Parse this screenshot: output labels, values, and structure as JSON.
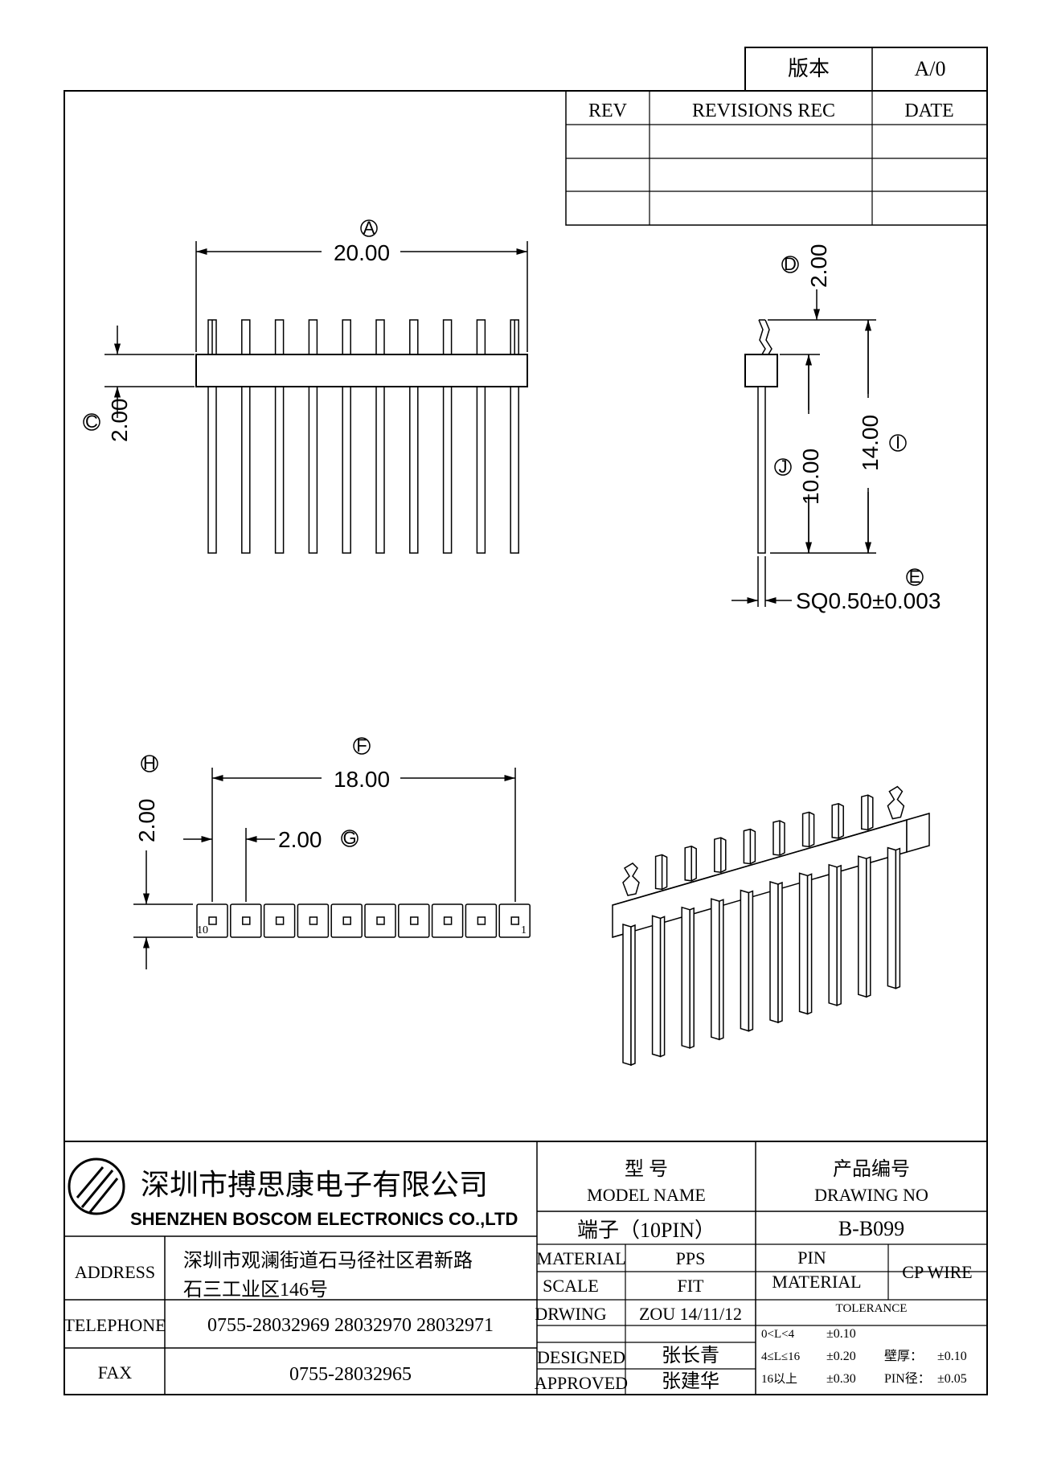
{
  "version_box": {
    "label": "版本",
    "value": "A/0"
  },
  "revision_table": {
    "headers": [
      "REV",
      "REVISIONS REC",
      "DATE"
    ],
    "rows": [
      [
        "",
        "",
        ""
      ],
      [
        "",
        "",
        ""
      ],
      [
        "",
        "",
        ""
      ]
    ]
  },
  "dimensions": {
    "a": {
      "marker": "A",
      "value": "20.00"
    },
    "c": {
      "marker": "C",
      "value": "2.00"
    },
    "d": {
      "marker": "D",
      "value": "2.00"
    },
    "i": {
      "marker": "I",
      "value": "14.00"
    },
    "j": {
      "marker": "J",
      "value": "10.00"
    },
    "e": {
      "marker": "E",
      "value": "SQ0.50±0.003"
    },
    "f": {
      "marker": "F",
      "value": "18.00"
    },
    "g": {
      "marker": "G",
      "value": "2.00"
    },
    "h": {
      "marker": "H",
      "value": "2.00"
    }
  },
  "pin_numbers": {
    "left": "10",
    "right": "1"
  },
  "pin_count": 10,
  "title_block": {
    "company_cn": "深圳市搏思康电子有限公司",
    "company_en": "SHENZHEN BOSCOM ELECTRONICS CO.,LTD",
    "address_label": "ADDRESS",
    "address_line1": "深圳市观澜街道石马径社区君新路",
    "address_line2": "石三工业区146号",
    "telephone_label": "TELEPHONE",
    "telephone_value": "0755-28032969 28032970 28032971",
    "fax_label": "FAX",
    "fax_value": "0755-28032965",
    "model_name_cn": "型  号",
    "model_name_en": "MODEL NAME",
    "model_value": "端子（10PIN）",
    "drawing_no_cn": "产品编号",
    "drawing_no_en": "DRAWING NO",
    "drawing_no_value": "B-B099",
    "material_label": "MATERIAL",
    "material_value": "PPS",
    "scale_label": "SCALE",
    "scale_value": "FIT",
    "drawing_label": "DRWING",
    "drawing_value": "ZOU 14/11/12",
    "designed_label": "DESIGNED",
    "designed_value": "张长青",
    "approved_label": "APPROVED",
    "approved_value": "张建华",
    "pin_material_label_1": "PIN",
    "pin_material_label_2": "MATERIAL",
    "pin_material_value": "CP WIRE",
    "tolerance_label": "TOLERANCE",
    "tolerance_rows": [
      {
        "range": "0<L<4",
        "value": "±0.10",
        "extra_label": "",
        "extra_value": ""
      },
      {
        "range": "4≤L≤16",
        "value": "±0.20",
        "extra_label": "壁厚：",
        "extra_value": "±0.10"
      },
      {
        "range": "16以上",
        "value": "±0.30",
        "extra_label": "PIN径：",
        "extra_value": "±0.05"
      }
    ]
  }
}
